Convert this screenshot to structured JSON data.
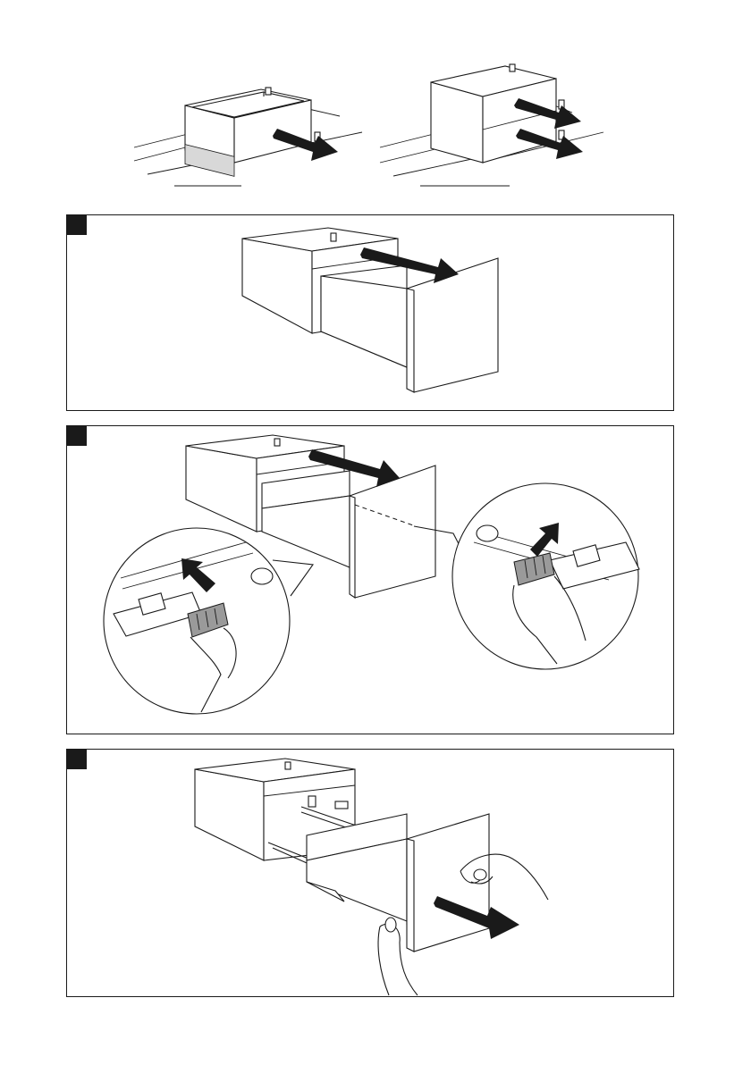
{
  "figure": {
    "panels": [
      {
        "step_marker": "black-square"
      },
      {
        "step_marker": "black-square"
      },
      {
        "step_marker": "black-square"
      }
    ],
    "colors": {
      "ink": "#1a1a1a",
      "clip_gray": "#9a9a9a",
      "background": "#ffffff"
    }
  }
}
